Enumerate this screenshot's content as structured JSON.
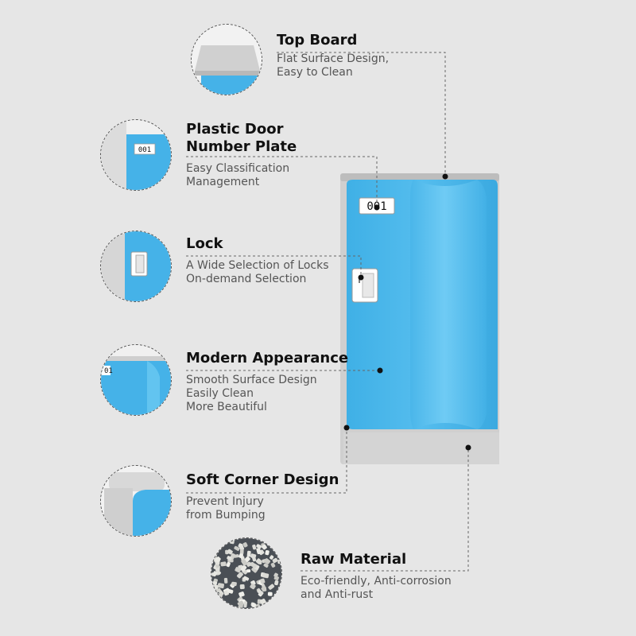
{
  "features": [
    {
      "title": "Top Board",
      "desc": "Flat Surface Design,\nEasy to Clean"
    },
    {
      "title": "Plastic Door\nNumber Plate",
      "desc": "Easy Classification\nManagement"
    },
    {
      "title": "Lock",
      "desc": "A Wide Selection of Locks\nOn-demand Selection"
    },
    {
      "title": "Modern Appearance",
      "desc": "Smooth Surface Design\nEasily Clean\nMore Beautiful"
    },
    {
      "title": "Soft Corner Design",
      "desc": "Prevent Injury\nfrom Bumping"
    },
    {
      "title": "Raw Material",
      "desc": "Eco-friendly, Anti-corrosion\nand Anti-rust"
    }
  ],
  "locker": {
    "number_plate": "001",
    "detail_plate": "001",
    "detail_partial": "01"
  },
  "colors": {
    "background": "#e6e6e6",
    "locker_blue": "#4fb9ec",
    "frame_gray": "#c8c8c8"
  }
}
